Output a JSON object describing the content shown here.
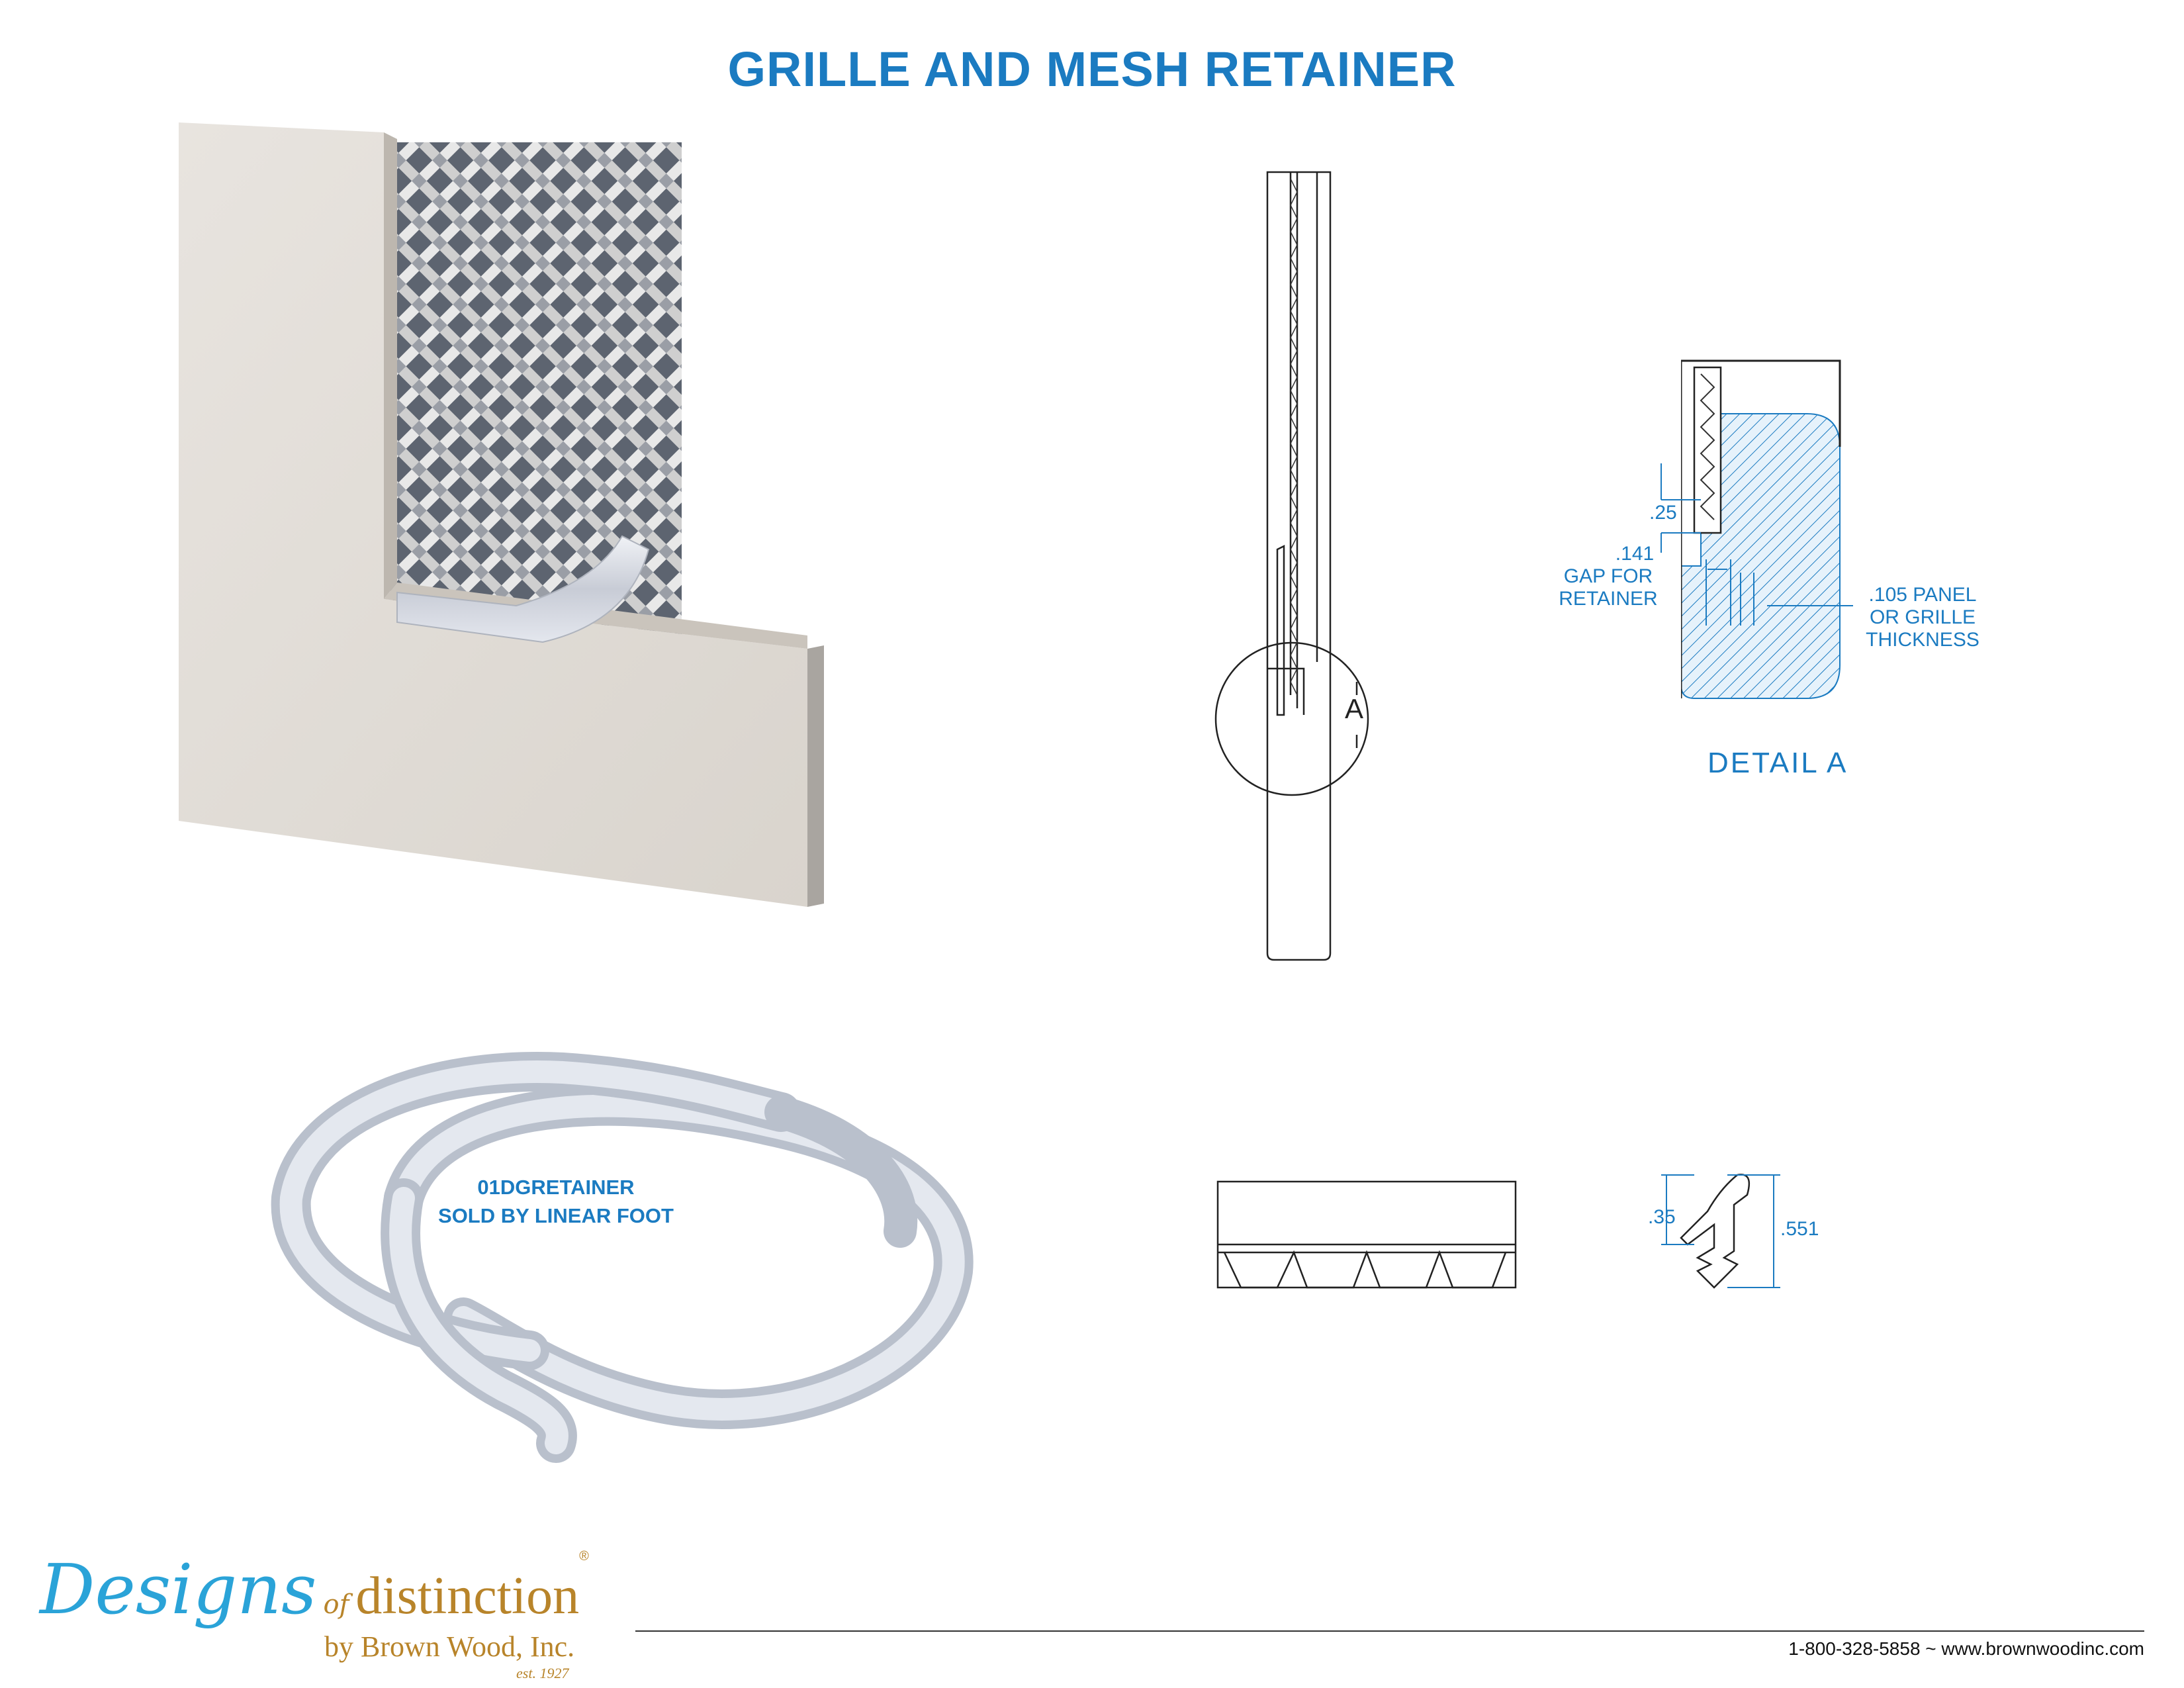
{
  "title": "GRILLE AND MESH RETAINER",
  "product": {
    "sku": "01DGRETAINER",
    "note": "SOLD BY LINEAR FOOT"
  },
  "detail": {
    "callout_letter": "A",
    "label": "DETAIL A",
    "dims": {
      "d25": ".25",
      "d141": ".141",
      "gap1": "GAP FOR",
      "gap2": "RETAINER",
      "d105_1": ".105 PANEL",
      "d105_2": "OR GRILLE",
      "d105_3": "THICKNESS"
    }
  },
  "profile": {
    "d35": ".35",
    "d551": ".551"
  },
  "logo": {
    "designs": "Designs",
    "of": "of",
    "distinction": "distinction",
    "reg": "®",
    "by": "by Brown Wood, Inc.",
    "est": "est. 1927"
  },
  "footer": {
    "contact": "1-800-328-5858 ~ www.brownwoodinc.com"
  },
  "colors": {
    "accent": "#1b7bc1",
    "logo_blue": "#2aa3d8",
    "logo_gold": "#b8842a"
  }
}
